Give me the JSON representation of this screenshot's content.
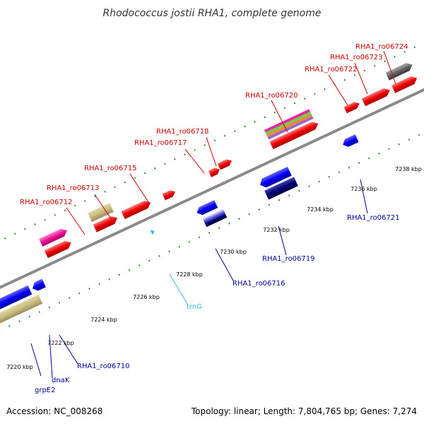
{
  "title": "Rhodococcus jostii RHA1, complete genome",
  "footer": {
    "accession": "Accession: NC_008268",
    "summary": "Topology: linear; Length: 7,804,765 bp; Genes: 7,274"
  },
  "colors": {
    "forward_label": "#cc0000",
    "reverse_label": "#000099",
    "rna_label": "#33bbdd",
    "backbone": "#999999",
    "tick": "#227722"
  },
  "scale_labels": [
    "7220 kbp",
    "7222 kbp",
    "7224 kbp",
    "7226 kbp",
    "7228 kbp",
    "7230 kbp",
    "7232 kbp",
    "7234 kbp",
    "7236 kbp",
    "7238 kbp"
  ],
  "gene_labels": [
    {
      "id": "grpE2",
      "strand": "reverse"
    },
    {
      "id": "dnaK",
      "strand": "reverse"
    },
    {
      "id": "RHA1_ro06710",
      "strand": "reverse"
    },
    {
      "id": "RHA1_ro06712",
      "strand": "forward"
    },
    {
      "id": "RHA1_ro06713",
      "strand": "forward"
    },
    {
      "id": "RHA1_ro06715",
      "strand": "forward"
    },
    {
      "id": "trnG",
      "strand": "rna"
    },
    {
      "id": "RHA1_ro06716",
      "strand": "reverse"
    },
    {
      "id": "RHA1_ro06717",
      "strand": "forward"
    },
    {
      "id": "RHA1_ro06718",
      "strand": "forward"
    },
    {
      "id": "RHA1_ro06719",
      "strand": "reverse"
    },
    {
      "id": "RHA1_ro06720",
      "strand": "forward"
    },
    {
      "id": "RHA1_ro06721",
      "strand": "reverse"
    },
    {
      "id": "RHA1_ro06722",
      "strand": "forward"
    },
    {
      "id": "RHA1_ro06723",
      "strand": "forward"
    },
    {
      "id": "RHA1_ro06724",
      "strand": "forward"
    }
  ]
}
